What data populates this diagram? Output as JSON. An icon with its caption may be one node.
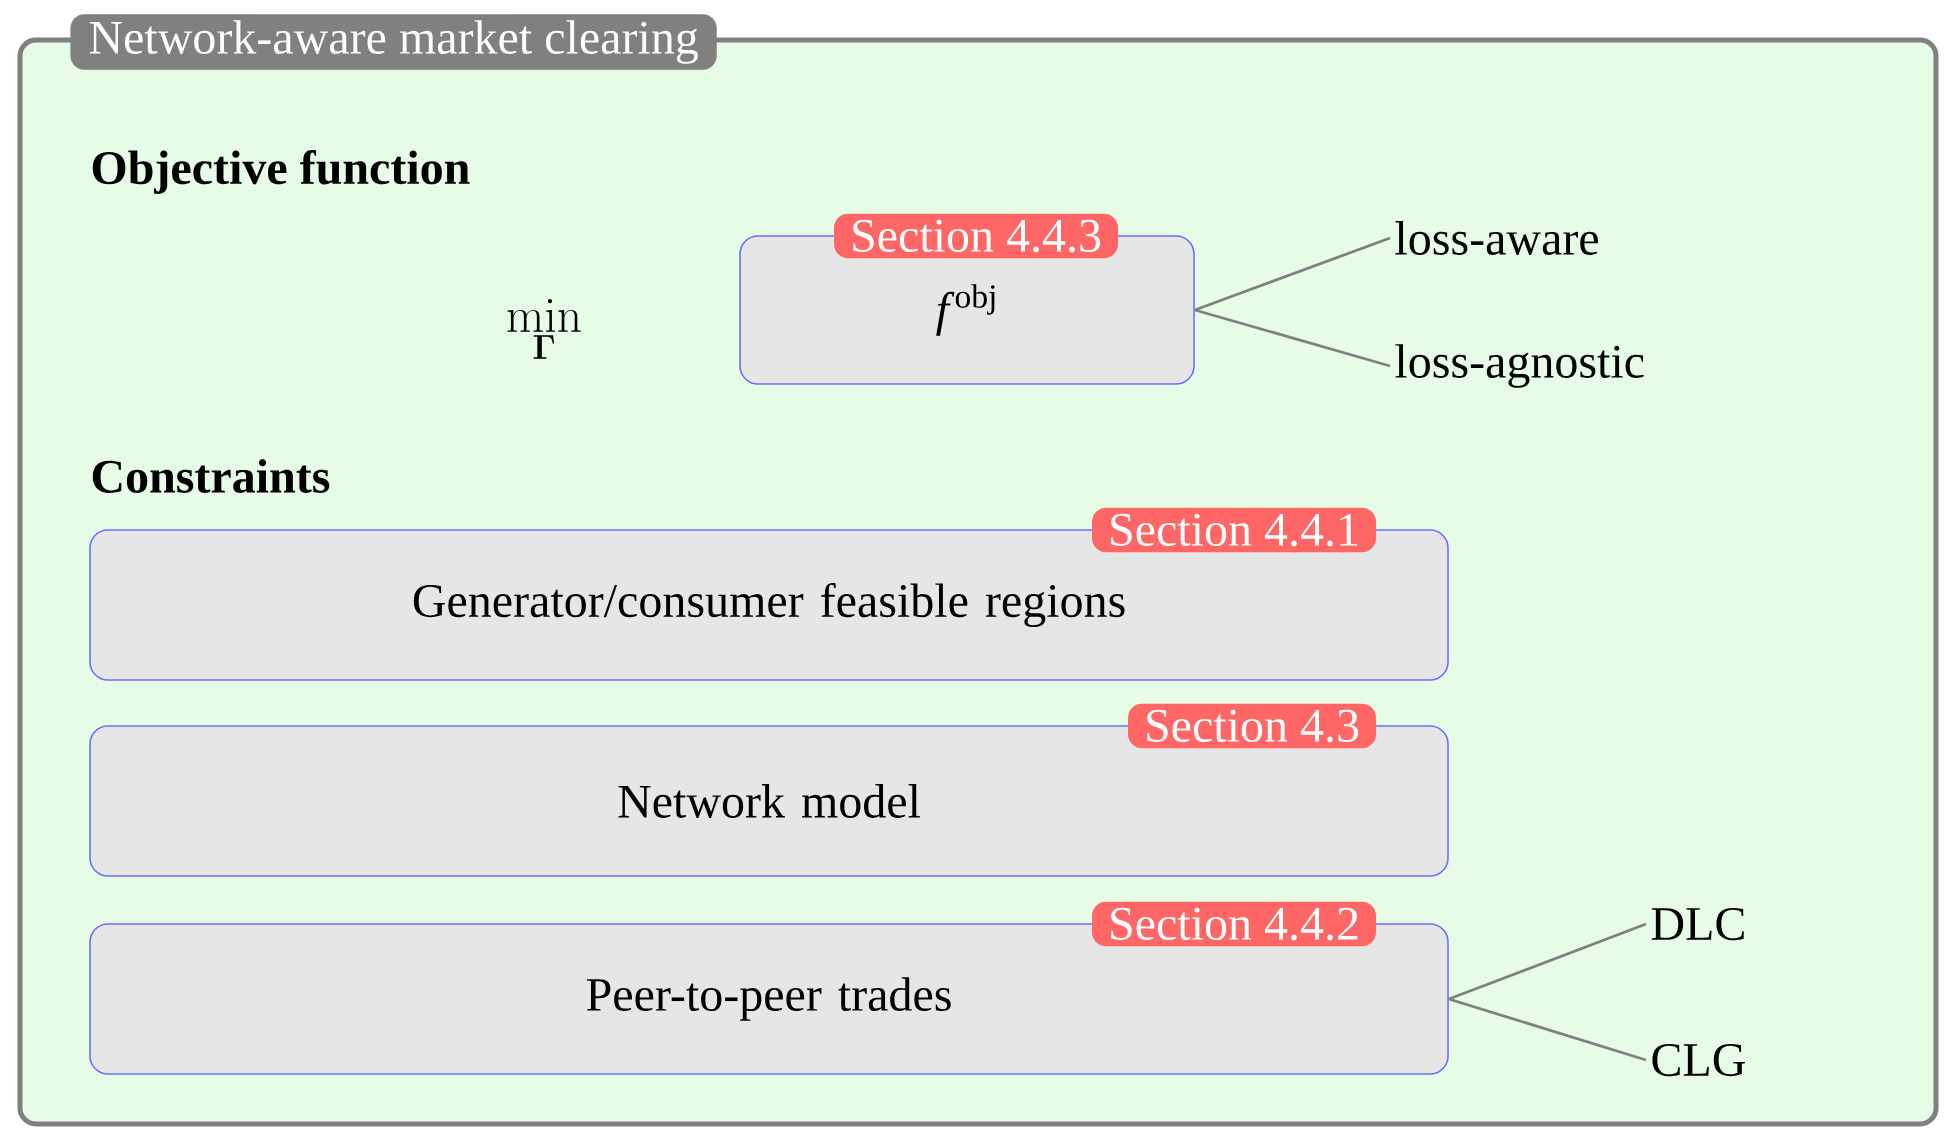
{
  "diagram": {
    "nodes": [
      {
        "text": [
          "Network-aware market clearing"
        ]
      },
      {
        "text": [
          "Section 4.4.3",
          "*f*$^{obj}$"
        ],
        "in": 0
      },
      {
        "text": [
          "loss-aware"
        ],
        "in": 0
      },
      {
        "text": [
          "loss-agnostic"
        ],
        "in": 0
      },
      {
        "text": [
          "Section 4.4.1",
          "Generator/consumer feasible regions"
        ],
        "in": 0
      },
      {
        "text": [
          "Section 4.3",
          "Network model"
        ],
        "in": 0
      },
      {
        "text": [
          "Section 4.4.2",
          "Peer-to-peer trades"
        ],
        "in": 0
      },
      {
        "text": [
          "DLC"
        ],
        "in": 0
      },
      {
        "text": [
          "CLG"
        ],
        "in": 0
      }
    ],
    "edges": [
      {
        "from": 1,
        "to": 2,
        "arrow": "none"
      },
      {
        "from": 1,
        "to": 3,
        "arrow": "none"
      },
      {
        "from": 6,
        "to": 7,
        "arrow": "none"
      },
      {
        "from": 6,
        "to": 8,
        "arrow": "none"
      }
    ],
    "labels": [
      "Objective function",
      "\\min_{\\mathbf{\\Gamma}}",
      "Constraints"
    ]
  }
}
